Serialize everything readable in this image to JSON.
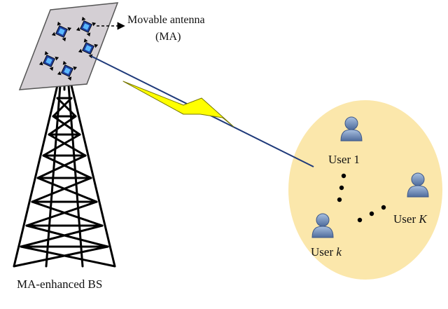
{
  "labels": {
    "ma_title": "Movable antenna",
    "ma_abbr": "(MA)",
    "bs": "MA-enhanced BS",
    "user1": "User 1",
    "userk_prefix": "User ",
    "userk_index": "k",
    "userK_prefix": "User ",
    "userK_index": "K"
  },
  "colors": {
    "panel_fill": "#d4cfd4",
    "panel_stroke": "#555555",
    "tower": "#000000",
    "link_line": "#1f3a7a",
    "lightning": "#ffff00",
    "lightning_stroke": "#777700",
    "user_region": "#fbe7ab",
    "user_icon": "#5b78a8",
    "user_icon_light": "#9fb6d8",
    "dots": "#000000"
  },
  "icons": {
    "antenna_element": "antenna-element-icon",
    "user": "user-icon"
  }
}
